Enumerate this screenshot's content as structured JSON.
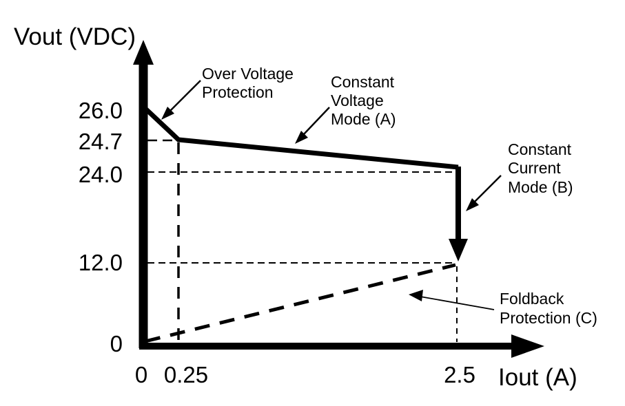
{
  "colors": {
    "ink": "#000000",
    "background": "#ffffff"
  },
  "chart_data": {
    "type": "line",
    "title": "",
    "xlabel": "Iout (A)",
    "ylabel": "Vout (VDC)",
    "x_ticks": [
      "0",
      "0.25",
      "2.5"
    ],
    "x_tick_values": [
      0,
      0.25,
      2.5
    ],
    "y_ticks": [
      "26.0",
      "24.7",
      "24.0",
      "12.0",
      "0"
    ],
    "y_tick_values": [
      26.0,
      24.7,
      24.0,
      12.0,
      0
    ],
    "grid": "off",
    "legend": "none",
    "schematic_nonlinear_scale": true,
    "series": [
      {
        "name": "Constant Voltage Mode (A)",
        "style": "solid-thick",
        "points": [
          [
            0,
            26.0
          ],
          [
            0.25,
            24.7
          ],
          [
            2.5,
            24.0
          ]
        ]
      },
      {
        "name": "Constant Current Mode (B)",
        "style": "solid-thick-down-arrow",
        "points": [
          [
            2.5,
            24.0
          ],
          [
            2.5,
            12.0
          ]
        ]
      },
      {
        "name": "Foldback Protection (C)",
        "style": "dashed",
        "points": [
          [
            0,
            0.4
          ],
          [
            2.5,
            12.0
          ]
        ]
      }
    ],
    "reference_lines": [
      {
        "axis": "y",
        "value": 24.7,
        "extent_x": 0.25,
        "style": "dashed"
      },
      {
        "axis": "y",
        "value": 24.0,
        "extent_x": 2.5,
        "style": "dashed"
      },
      {
        "axis": "y",
        "value": 12.0,
        "extent_x": 2.5,
        "style": "dashed"
      },
      {
        "axis": "x",
        "value": 0.25,
        "extent_y": 24.7,
        "style": "long-dash"
      },
      {
        "axis": "x",
        "value": 2.5,
        "extent_y": 12.0,
        "style": "dashed"
      }
    ],
    "annotations": [
      {
        "label": "Over Voltage Protection",
        "lines": [
          "Over Voltage",
          "Protection"
        ],
        "target": "segment from (0, 26.0) to (0.25, 24.7)"
      },
      {
        "label": "Constant Voltage Mode (A)",
        "lines": [
          "Constant",
          "Voltage",
          "Mode (A)"
        ],
        "target": "sloped solid segment from (0.25, 24.7) to (2.5, 24.0)"
      },
      {
        "label": "Constant Current Mode (B)",
        "lines": [
          "Constant",
          "Current",
          "Mode (B)"
        ],
        "target": "vertical drop at 2.5 A"
      },
      {
        "label": "Foldback Protection (C)",
        "lines": [
          "Foldback",
          "Protection (C)"
        ],
        "target": "dashed foldback line rising to (2.5, 12.0)"
      }
    ]
  }
}
